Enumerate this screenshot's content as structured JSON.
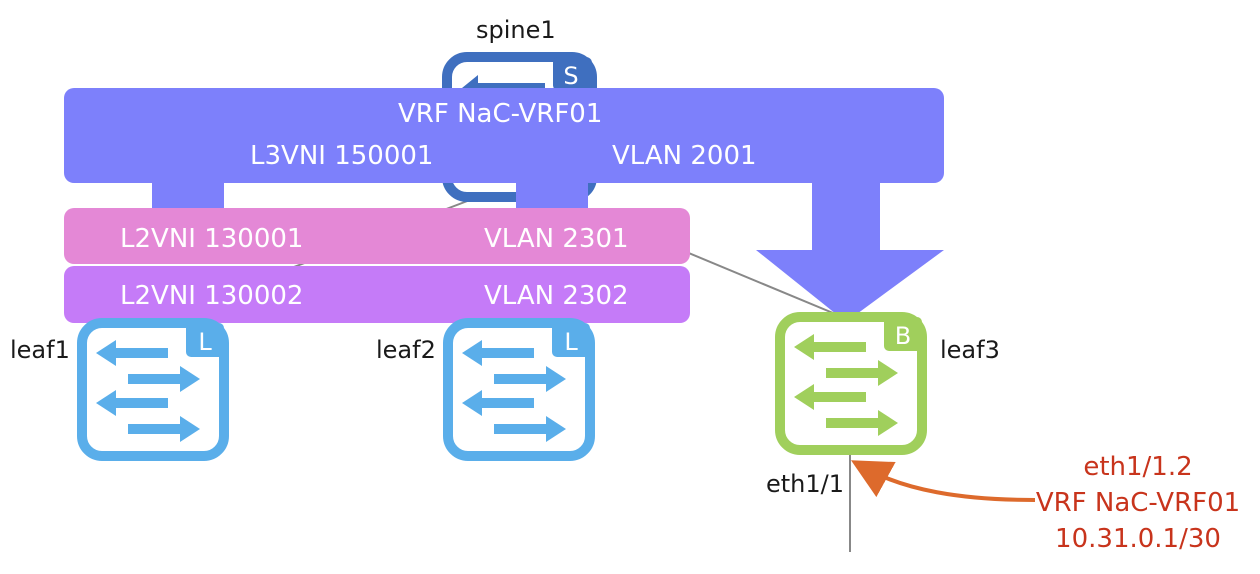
{
  "nodes": {
    "spine1": {
      "name": "spine1",
      "badge": "S",
      "color": "#3f6fbf"
    },
    "leaf1": {
      "name": "leaf1",
      "badge": "L",
      "color": "#5aaeea"
    },
    "leaf2": {
      "name": "leaf2",
      "badge": "L",
      "color": "#5aaeea"
    },
    "leaf3": {
      "name": "leaf3",
      "badge": "B",
      "color": "#a0cf5c"
    }
  },
  "vrf_band": {
    "title": "VRF NaC-VRF01",
    "l3vni": "L3VNI 150001",
    "vlan": "VLAN 2001",
    "color": "#7d80fb"
  },
  "l2vni_bands": [
    {
      "vni": "L2VNI 130001",
      "vlan": "VLAN 2301",
      "color": "#e488d6"
    },
    {
      "vni": "L2VNI 130002",
      "vlan": "VLAN 2302",
      "color": "#c57bf8"
    }
  ],
  "interface": {
    "port": "eth1/1",
    "subif": "eth1/1.2",
    "vrf": "VRF NaC-VRF01",
    "ip": "10.31.0.1/30",
    "callout_color": "#dd6a2c"
  }
}
